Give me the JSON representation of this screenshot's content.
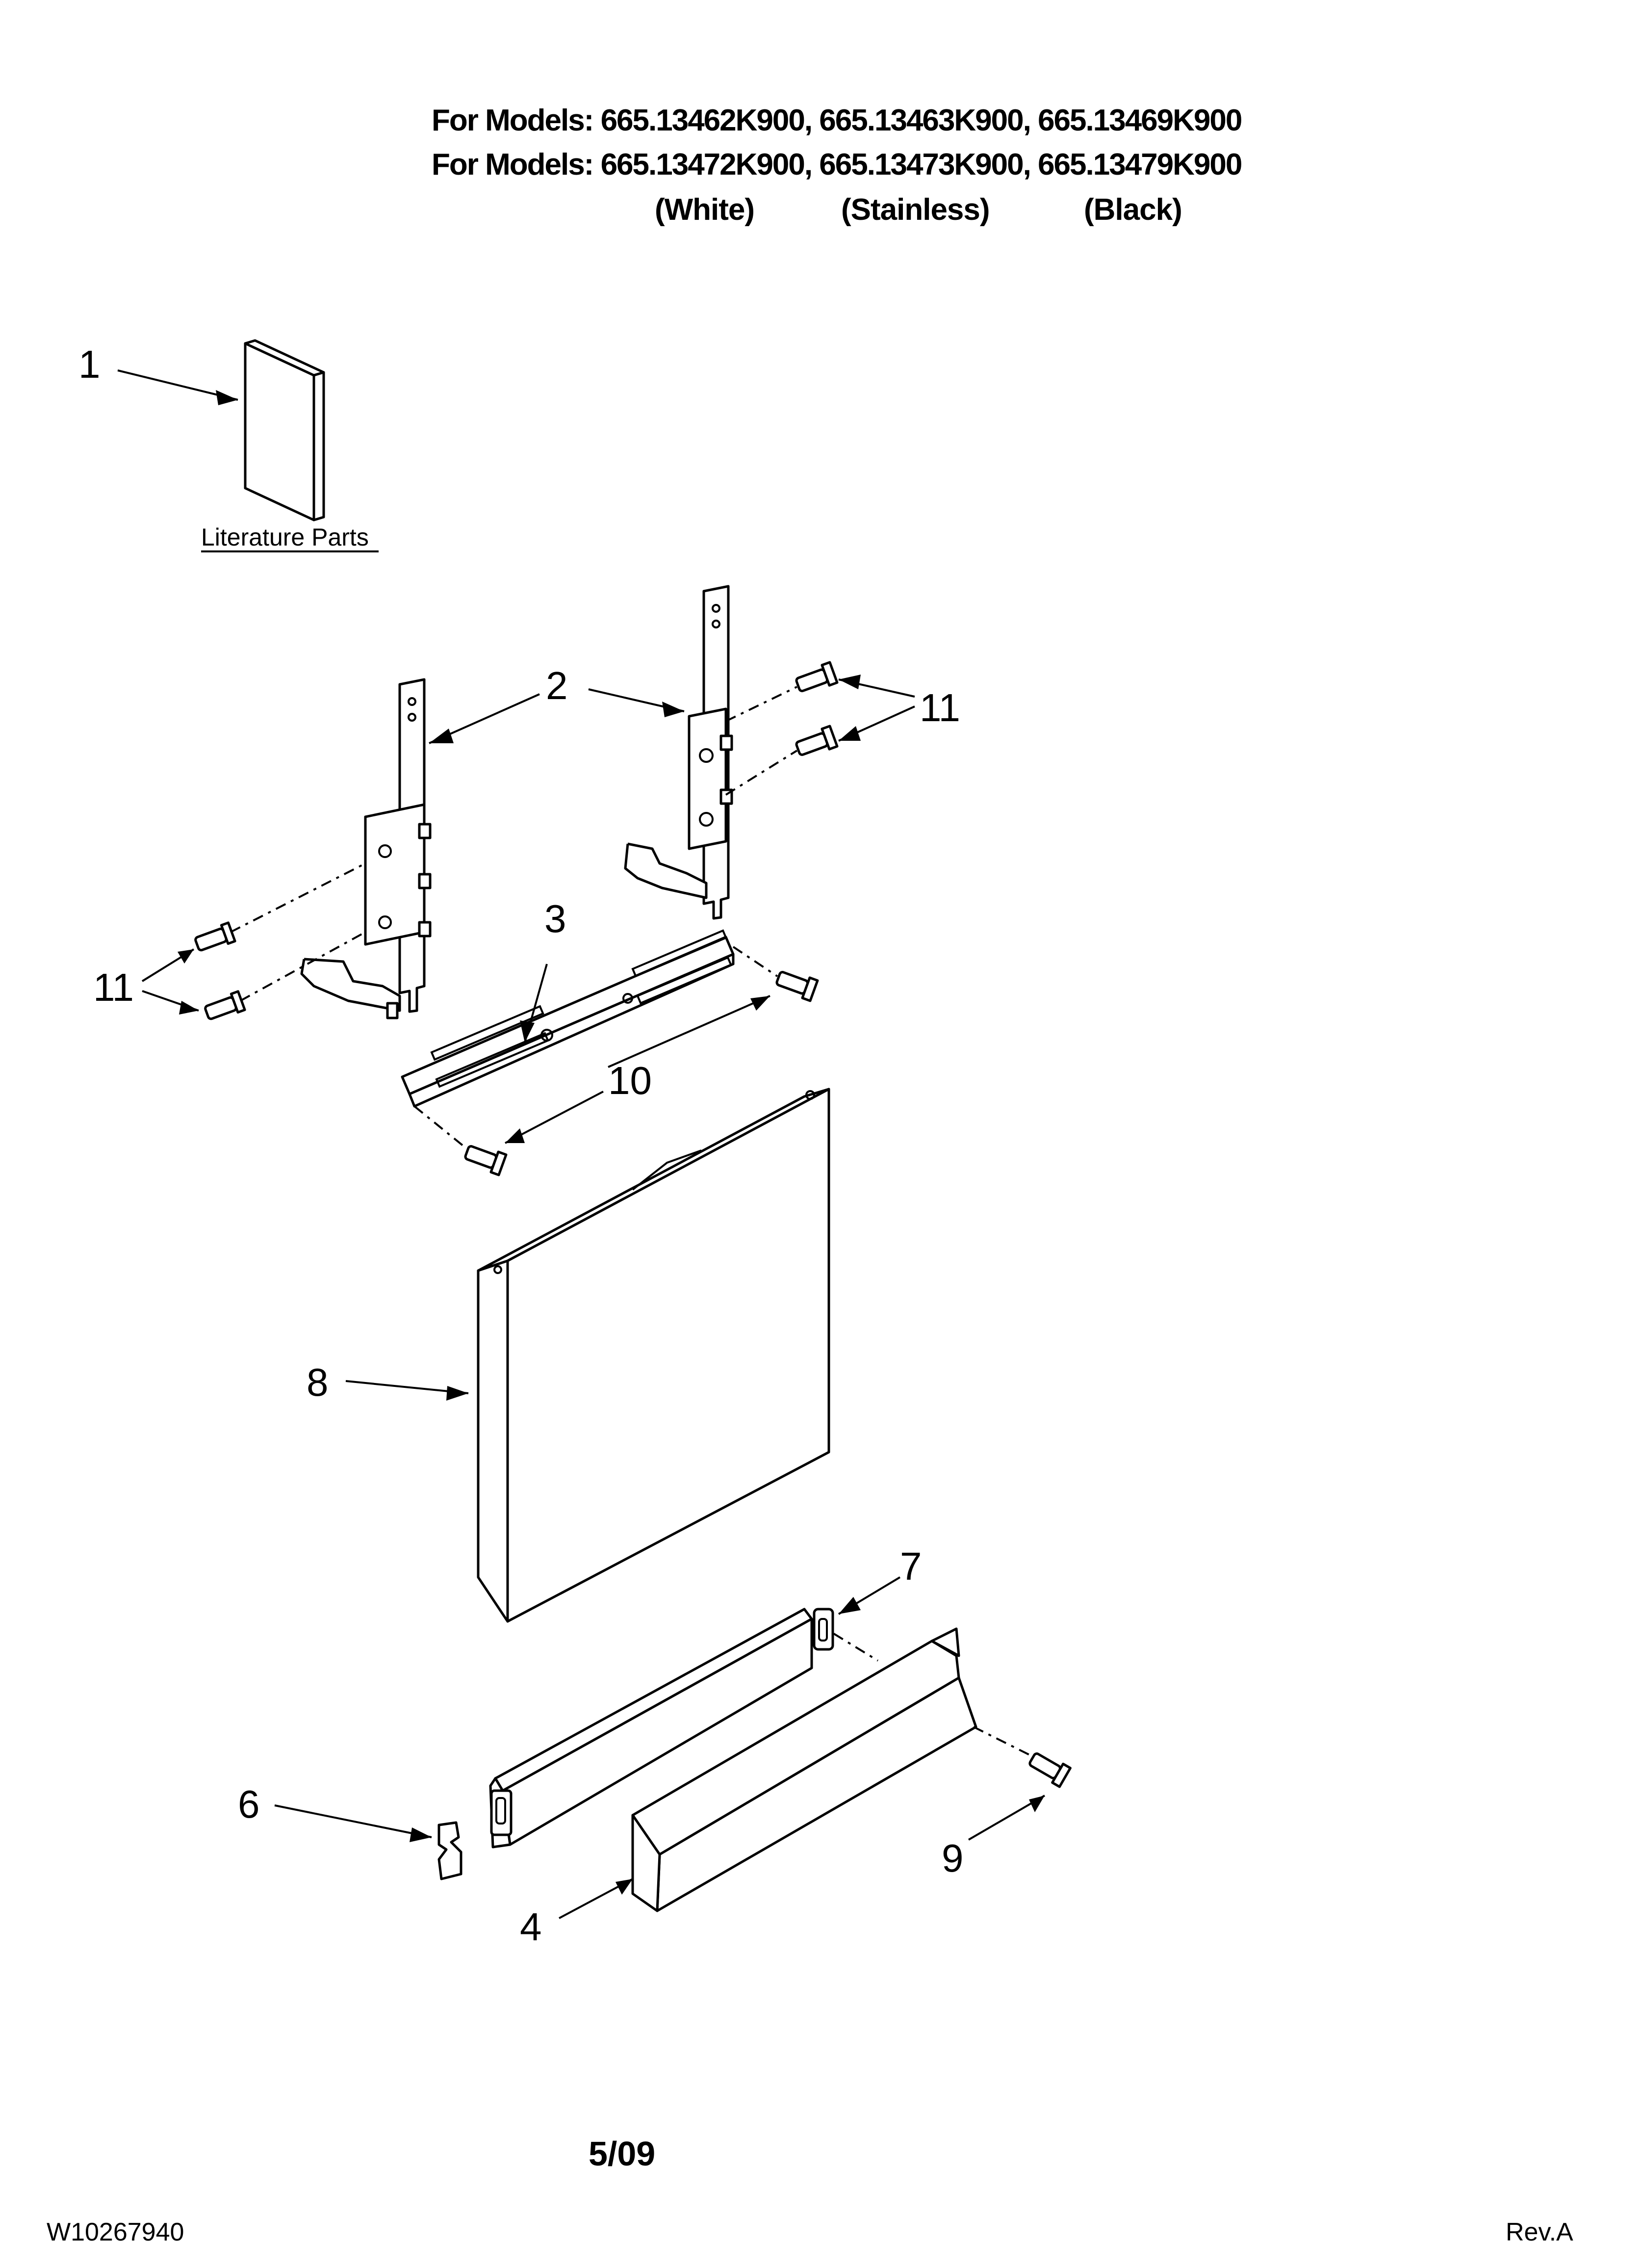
{
  "header": {
    "line1_prefix": "For Models: ",
    "line1_models": "665.13462K900, 665.13463K900, 665.13469K900",
    "line2_prefix": "For Models: ",
    "line2_models": "665.13472K900, 665.13473K900, 665.13479K900",
    "variants": [
      "(White)",
      "(Stainless)",
      "(Black)"
    ]
  },
  "literature_label": "Literature Parts",
  "callouts": {
    "c1": "1",
    "c2": "2",
    "c3": "3",
    "c4": "4",
    "c6": "6",
    "c7": "7",
    "c8": "8",
    "c9": "9",
    "c10": "10",
    "c11_left": "11",
    "c11_right": "11"
  },
  "footer": {
    "date": "5/09",
    "doc_number": "W10267940",
    "revision": "Rev.A"
  }
}
